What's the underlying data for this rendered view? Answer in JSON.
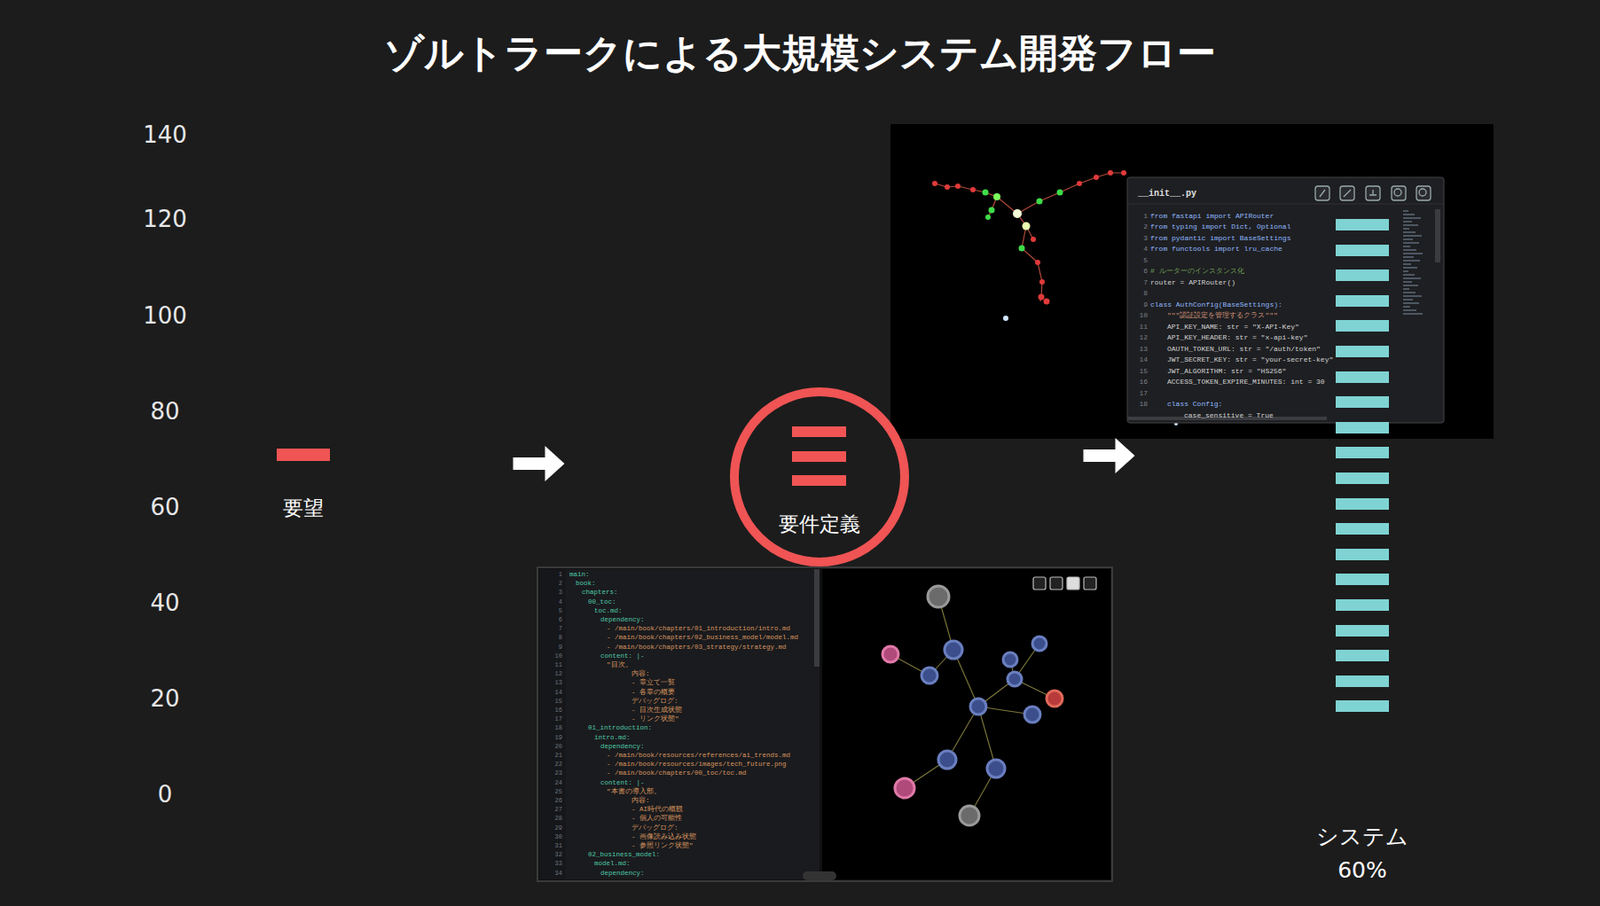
{
  "diagram": {
    "title": "ゾルトラークによる大規模システム開発フロー",
    "nodes": [
      {
        "text": [
          "要望"
        ]
      },
      {
        "text": [
          "要件定義"
        ]
      },
      {
        "text": [
          "システム",
          "60%"
        ]
      }
    ],
    "edges": [
      {
        "from": 0,
        "to": 1,
        "arrow": "to"
      },
      {
        "from": 1,
        "to": 2,
        "arrow": "to"
      }
    ],
    "labels": [
      "140",
      "120",
      "100",
      "80",
      "60",
      "40",
      "20",
      "0",
      "__init__.py",
      "1",
      "from fastapi import APIRouter",
      "2",
      "from typing import Dict, Optional",
      "3",
      "from pydantic import BaseSettings",
      "4",
      "from functools import lru_cache",
      "5",
      "6",
      "# ルーターのインスタンス化",
      "7",
      "router = APIRouter()",
      "8",
      "9",
      "class AuthConfig(BaseSettings):",
      "10",
      "\"\"\"認証設定を管理するクラス\"\"\"",
      "11",
      "API_KEY_NAME: str = \"X-API-Key\"",
      "12",
      "API_KEY_HEADER: str = \"x-api-key\"",
      "13",
      "OAUTH_TOKEN_URL: str = \"/auth/token\"",
      "14",
      "JWT_SECRET_KEY: str = \"your-secret-key\"",
      "15",
      "JWT_ALGORITHM: str = \"HS256\"",
      "16",
      "ACCESS_TOKEN_EXPIRE_MINUTES: int = 30",
      "17",
      "18",
      "class Config:",
      "case_sensitive = True",
      "1",
      "main:",
      "2",
      "book:",
      "3",
      "chapters:",
      "4",
      "00_toc:",
      "5",
      "toc.md:",
      "6",
      "dependency:",
      "7",
      "- /main/book/chapters/01_introduction/intro.md",
      "8",
      "- /main/book/chapters/02_business_model/model.md",
      "9",
      "- /main/book/chapters/03_strategy/strategy.md",
      "10",
      "content: |-",
      "11",
      "\"目次。",
      "12",
      "内容:",
      "13",
      "- 章立て一覧",
      "14",
      "- 各章の概要",
      "15",
      "デバッグログ:",
      "16",
      "- 目次生成状態",
      "17",
      "- リンク状態\"",
      "18",
      "01_introduction:",
      "19",
      "intro.md:",
      "20",
      "dependency:",
      "21",
      "- /main/book/resources/references/ai_trends.md",
      "22",
      "- /main/book/resources/images/tech_future.png",
      "23",
      "- /main/book/chapters/00_toc/toc.md",
      "24",
      "content: |-",
      "25",
      "\"本書の導入部。",
      "26",
      "内容:",
      "27",
      "- AI時代の概観",
      "28",
      "- 個人の可能性",
      "29",
      "デバッグログ:",
      "30",
      "- 画像読み込み状態",
      "31",
      "- 参照リンク状態\"",
      "32",
      "02_business_model:",
      "33",
      "model.md:",
      "34",
      "dependency:"
    ]
  }
}
